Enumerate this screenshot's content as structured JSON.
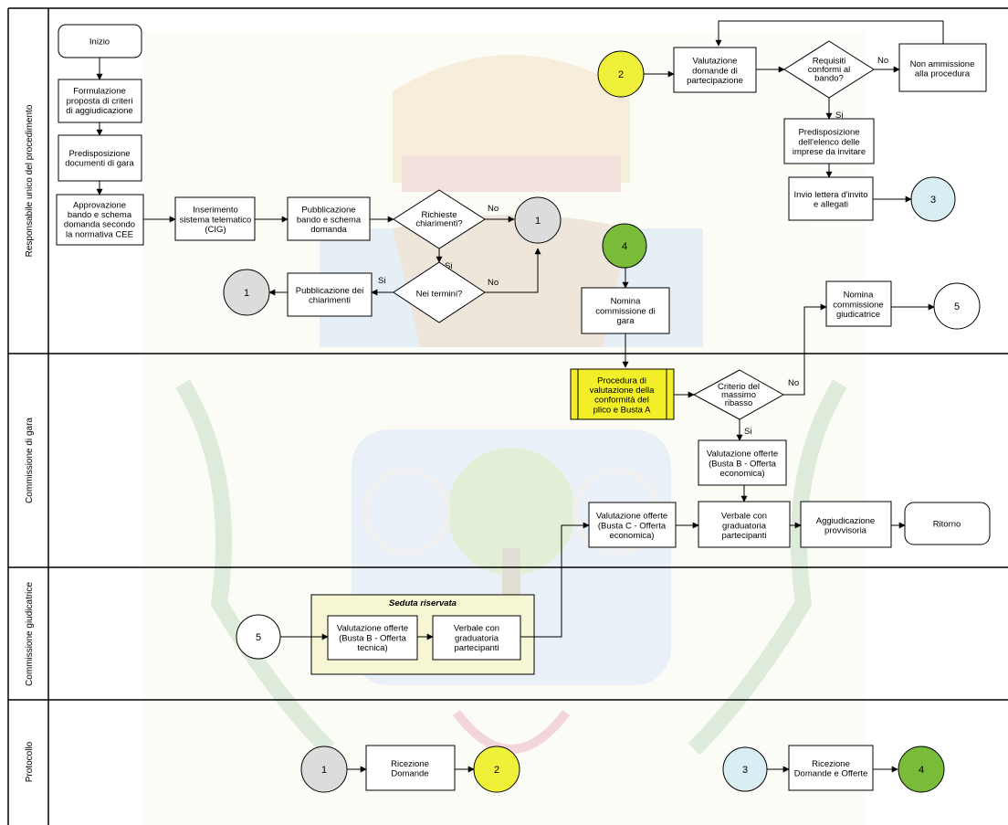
{
  "lanes": [
    "Responsabile unico del procedimento",
    "Commissione di gara",
    "Commissione giudicatrice",
    "Protocollo"
  ],
  "colors": {
    "gray": "#dcdcdc",
    "yellow": "#eef03a",
    "cyan": "#d9eef2",
    "green": "#78bc3a",
    "highlight": "#f2ee27",
    "group_fill": "#f7f6d4"
  },
  "nodes": {
    "inizio": "Inizio",
    "formulazione": "Formulazione\nproposta di criteri\ndi aggiudicazione",
    "predisposizione_doc": "Predisposizione\ndocumenti di gara",
    "approvazione": "Approvazione\nbando e schema\ndomanda secondo\nla normativa CEE",
    "inserimento": "Inserimento\nsistema telematico\n(CIG)",
    "pubblicazione_bando": "Pubblicazione\nbando e schema\ndomanda",
    "richieste_chiarimenti": "Richieste\nchiarimenti?",
    "nei_termini": "Nei termini?",
    "pubblicazione_chiarimenti": "Pubblicazione dei\nchiarimenti",
    "valutazione_domande": "Valutazione\ndomande di\npartecipazione",
    "requisiti": "Requisiti\nconformi al\nbando?",
    "non_ammissione": "Non ammissione\nalla procedura",
    "predisposizione_elenco": "Predisposizione\ndell'elenco delle\nimprese da invitare",
    "invio_lettera": "Invio lettera d'invito\ne allegati",
    "nomina_gara": "Nomina\ncommissione di\ngara",
    "nomina_giudicatrice": "Nomina\ncommissione\ngiudicatrice",
    "procedura_valutazione": "Procedura di\nvalutazione della\nconformità del\nplico e Busta A",
    "criterio": "Criterio del\nmassimo\nribasso",
    "valutazione_b_econ": "Valutazione offerte\n(Busta B - Offerta\neconomica)",
    "valutazione_c": "Valutazione offerte\n(Busta C - Offerta\neconomica)",
    "verbale_gara": "Verbale con\ngraduatoria\npartecipanti",
    "aggiudicazione": "Aggiudicazione\nprovvisoria",
    "ritorno": "Ritorno",
    "seduta_riservata": "Seduta riservata",
    "valutazione_b_tecnica": "Valutazione offerte\n(Busta B - Offerta\ntecnica)",
    "verbale_giud": "Verbale con\ngraduatoria\npartecipanti",
    "ricezione_domande": "Ricezione\nDomande",
    "ricezione_domande_offerte": "Ricezione\nDomande e Offerte"
  },
  "connectors": {
    "c1a": "1",
    "c1b": "1",
    "c1c": "1",
    "c2a": "2",
    "c2b": "2",
    "c3a": "3",
    "c3b": "3",
    "c4a": "4",
    "c4b": "4",
    "c5a": "5",
    "c5b": "5"
  },
  "edge_labels": {
    "no_richieste": "No",
    "si_richieste": "Si",
    "no_termini": "No",
    "si_termini": "Si",
    "no_requisiti": "No",
    "si_requisiti": "Si",
    "no_criterio": "No",
    "si_criterio": "Si"
  }
}
